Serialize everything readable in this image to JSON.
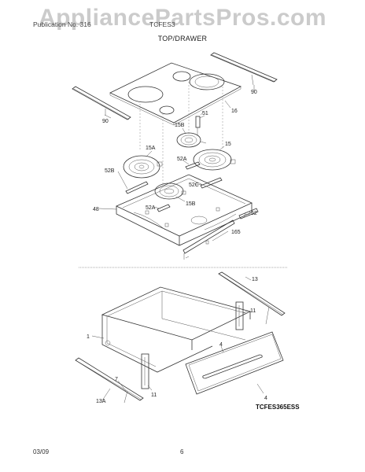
{
  "header": {
    "left": "Publication No. 316",
    "right": "TCFES3",
    "title": "TOP/DRAWER"
  },
  "watermark": "AppliancePartsPros.com",
  "footer": {
    "date": "03/09",
    "page": "6"
  },
  "model": "TCFES365ESS",
  "callouts": {
    "c90a": "90",
    "c90b": "90",
    "c16": "16",
    "c51": "51",
    "c15b_top": "15B",
    "c15": "15",
    "c15a": "15A",
    "c52a_top": "52A",
    "c52b": "52B",
    "c52c": "52C",
    "c52a_bot": "52A",
    "c15b_bot": "15B",
    "c48": "48",
    "c52": "52",
    "c165": "165",
    "c13": "13",
    "c11a": "11",
    "c1": "1",
    "c4a": "4",
    "c7": "7",
    "c11b": "11",
    "c13a": "13A",
    "c4b": "4"
  },
  "colors": {
    "line": "#333333",
    "watermark": "#a0a0a0"
  }
}
